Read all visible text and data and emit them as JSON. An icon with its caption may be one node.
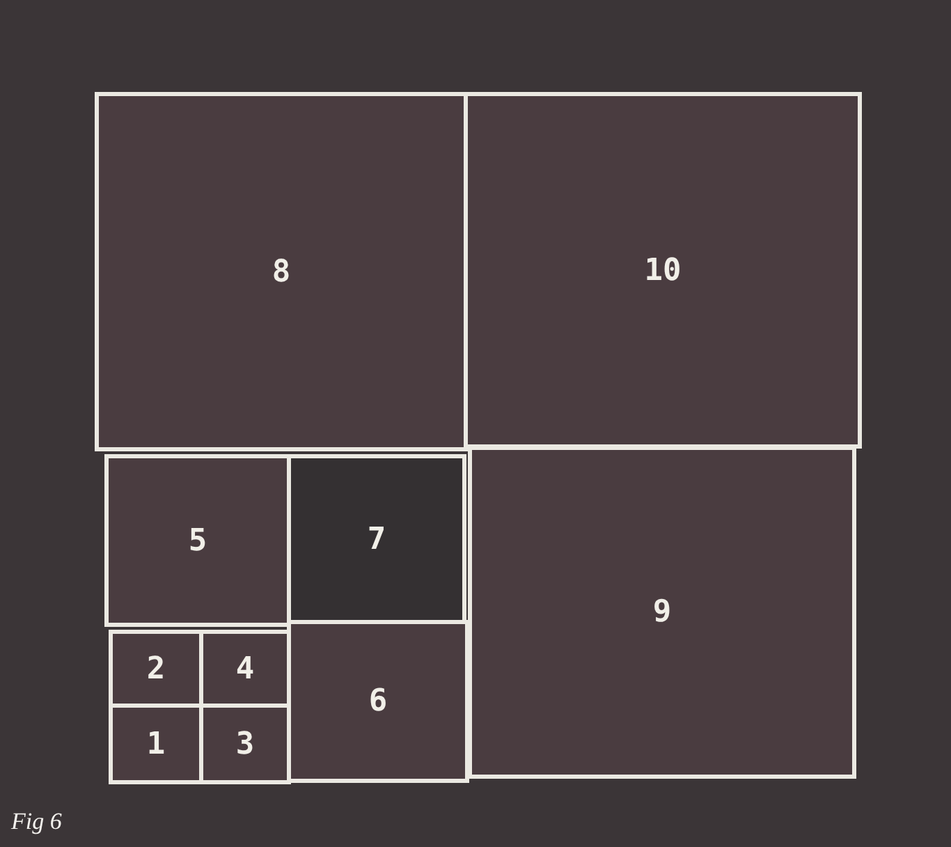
{
  "diagram": {
    "nodes": [
      {
        "text": [
          "8"
        ]
      },
      {
        "text": [
          "10"
        ]
      },
      {
        "text": [
          "5"
        ]
      },
      {
        "text": [
          "7"
        ]
      },
      {
        "text": [
          "9"
        ]
      },
      {
        "text": [
          "2"
        ]
      },
      {
        "text": [
          "4"
        ]
      },
      {
        "text": [
          "1"
        ]
      },
      {
        "text": [
          "3"
        ]
      },
      {
        "text": [
          "6"
        ]
      }
    ],
    "labels": [
      "Fig 6"
    ]
  }
}
